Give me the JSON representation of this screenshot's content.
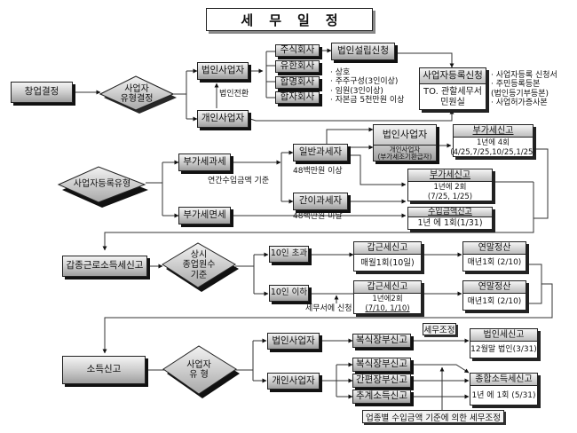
{
  "title": "세무일정",
  "title_chars": [
    "세",
    "무",
    "일",
    "정"
  ],
  "section1": {
    "start": "창업결정",
    "decision": [
      "사업자",
      "유형결정"
    ],
    "corporate": "법인사업자",
    "individual": "개인사업자",
    "conversion_label": "법인전환",
    "company_types": [
      "주식회사",
      "유한회사",
      "합명회사",
      "합자회사"
    ],
    "incorporation": "법인설립신청",
    "requirements": [
      "· 상호",
      "· 주주구성(3인이상)",
      "· 임원(3인이상)",
      "· 자본금 5천만원 이상"
    ],
    "registration": {
      "header": "사업자등록신청",
      "body": [
        "TO. 관할세무서",
        "민원실"
      ]
    },
    "documents": [
      "· 사업자등록 신청서",
      "· 주민등록등본",
      "(법인등기부등본)",
      "· 사업허가증사본"
    ]
  },
  "section2": {
    "decision": "사업자등록유형",
    "vat_taxable": "부가세과세",
    "vat_exempt": "부가세면세",
    "criterion": "연간수입금액 기준",
    "general": "일반과세자",
    "general_note": "48백만원 이상",
    "simplified": "간이과세자",
    "simplified_note": "48백만원 미달",
    "corp_box": {
      "title": "법인사업자",
      "sub": [
        "개인사업자",
        "(부가세조기환급자)"
      ]
    },
    "vat4": {
      "header": "부가세신고",
      "body": [
        "1년에 4회",
        "(4/25,7/25,10/25,1/25)"
      ]
    },
    "vat2": {
      "header": "부가세신고",
      "body": [
        "1년에 2회",
        "(7/25, 1/25)"
      ]
    },
    "income_report": {
      "header": "수입금액신고",
      "body": [
        "1년 에 1회(1/31)"
      ]
    }
  },
  "section3": {
    "start": "갑종근로소득세신고",
    "decision": [
      "상시",
      "종업원수",
      "기준"
    ],
    "over10": "10인 초과",
    "under10": "10인 이하",
    "apply_note": "세무서에 신청",
    "withholding1": {
      "header": "갑근세신고",
      "body": [
        "매월1회(10일)"
      ]
    },
    "withholding2": {
      "header": "갑근세신고",
      "body": [
        "1년에2회",
        "(7/10,  1/10)"
      ]
    },
    "yearend1": {
      "header": "연말정산",
      "body": [
        "매년1회 (2/10)"
      ]
    },
    "yearend2": {
      "header": "연말정산",
      "body": [
        "매년1회 (2/10)"
      ]
    }
  },
  "section4": {
    "start": "소득신고",
    "decision": [
      "사업자",
      "유 형"
    ],
    "corporate": "법인사업자",
    "individual": "개인사업자",
    "double_entry_corp": "복식장부신고",
    "tax_adjust": "세무조정",
    "corp_tax": {
      "header": "법인세신고",
      "body": [
        "12월말 법인(3/31)"
      ]
    },
    "double_entry": "복식장부신고",
    "simple_book": "간편장부신고",
    "estimate": "추계소득신고",
    "global_income": {
      "header": "종합소득세신고",
      "body": [
        "1년 에 1회 (5/31)"
      ]
    },
    "industry_note": "업종별 수입금액 기준에 의한 세무조정"
  }
}
